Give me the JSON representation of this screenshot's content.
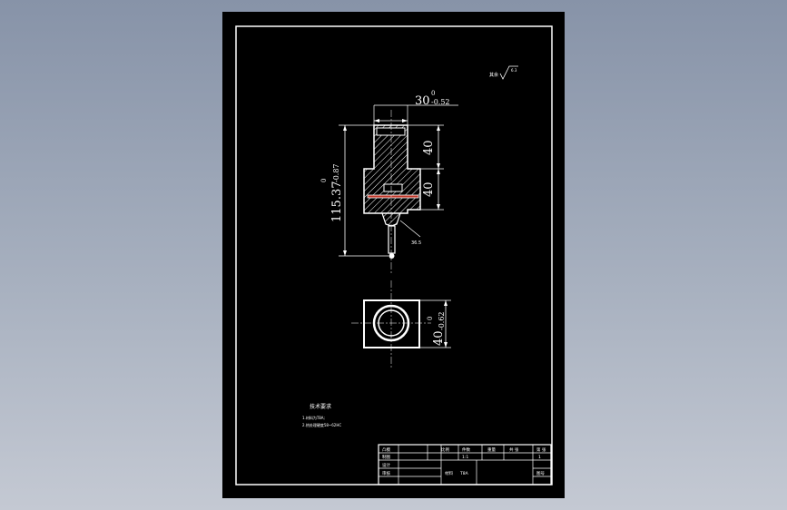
{
  "viewport": {
    "background_top": "#8793a8",
    "background_bottom": "#c4c9d3"
  },
  "drawing": {
    "background": "#000000",
    "line_color": "#ffffff",
    "section_color": "#c0392b",
    "surface_roughness": "其余",
    "roughness_value": "6.3",
    "dimensions": {
      "top_width": "30",
      "top_width_tol_upper": "0",
      "top_width_tol_lower": "-0.52",
      "height_total": "115.37",
      "height_tol_upper": "0",
      "height_tol_lower": "-0.87",
      "upper_step": "40",
      "lower_step": "40",
      "bottom_width": "40",
      "bottom_width_tol_upper": "0",
      "bottom_width_tol_lower": "-0.62",
      "chamfer": "36.5"
    },
    "notes": {
      "heading": "技术要求",
      "items": [
        "1.材料为T8A;",
        "2.热处理硬度58~62HC"
      ]
    },
    "title_block": {
      "headers": [
        "凸模",
        "比例",
        "件数",
        "重量",
        "共  张",
        "第  张"
      ],
      "row1": [
        "制图",
        "",
        "1:1",
        "1",
        "",
        "",
        ""
      ],
      "row2": [
        "设计",
        "",
        "",
        "",
        "",
        ""
      ],
      "row3": [
        "审核",
        "",
        "材料",
        "T8A",
        ""
      ],
      "part_no": "图号"
    }
  }
}
